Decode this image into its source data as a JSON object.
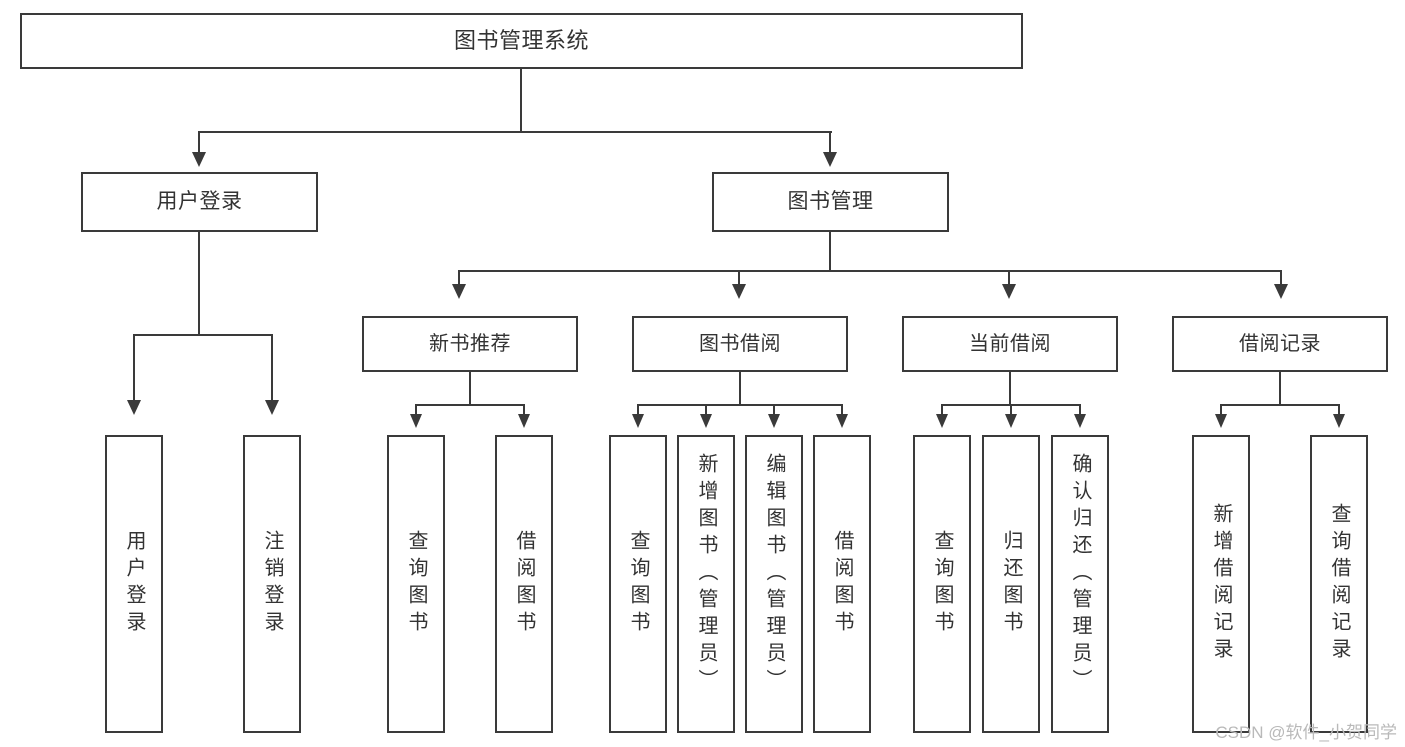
{
  "diagram": {
    "title": "图书管理系统",
    "root": {
      "label": "图书管理系统"
    },
    "level2": {
      "user_login": "用户登录",
      "book_manage": "图书管理"
    },
    "level3": {
      "new_book_rec": "新书推荐",
      "book_borrow": "图书借阅",
      "current_borrow": "当前借阅",
      "borrow_record": "借阅记录"
    },
    "leaves": {
      "user_login_1": "用户登录",
      "user_login_2": "注销登录",
      "new_book_rec_1": "查询图书",
      "new_book_rec_2": "借阅图书",
      "book_borrow_1": "查询图书",
      "book_borrow_2": "新增图书（管理员）",
      "book_borrow_3": "编辑图书（管理员）",
      "book_borrow_4": "借阅图书",
      "current_borrow_1": "查询图书",
      "current_borrow_2": "归还图书",
      "current_borrow_3": "确认归还（管理员）",
      "borrow_record_1": "新增借阅记录",
      "borrow_record_2": "查询借阅记录"
    },
    "watermark": "CSDN @软件_小贺同学",
    "colors": {
      "stroke": "#3a3a3a",
      "text": "#333333",
      "background": "#ffffff",
      "watermark": "#b9b9b9"
    }
  }
}
